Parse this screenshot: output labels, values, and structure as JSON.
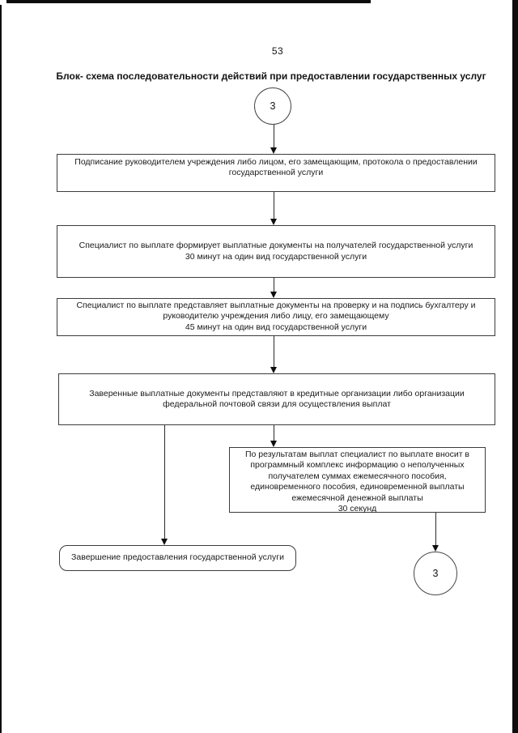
{
  "page": {
    "number": "53",
    "title": "Блок- схема последовательности действий при предоставлении государственных услуг"
  },
  "flowchart": {
    "entry_connector_label": "3",
    "exit_connector_label": "3",
    "steps": [
      {
        "text": "Подписание руководителем учреждения либо лицом, его замещающим, протокола о предоставлении государственной услуги"
      },
      {
        "text": "Специалист по выплате формирует выплатные документы на получателей государственной услуги",
        "duration": "30 минут на один вид государственной услуги"
      },
      {
        "text": "Специалист по выплате представляет выплатные документы на проверку и на подпись бухгалтеру и руководителю учреждения либо лицу, его замещающему",
        "duration": "45 минут на один вид государственной услуги"
      },
      {
        "text": "Заверенные выплатные документы представляют в кредитные организации либо организации федеральной почтовой связи для осуществления выплат"
      },
      {
        "text": "По результатам выплат специалист по выплате вносит в программный комплекс информацию о неполученных получателем суммах ежемесячного пособия, единовременного пособия, единовременной выплаты ежемесячной денежной выплаты",
        "duration": "30 секунд"
      }
    ],
    "end_label": "Завершение предоставления государственной услуги"
  }
}
